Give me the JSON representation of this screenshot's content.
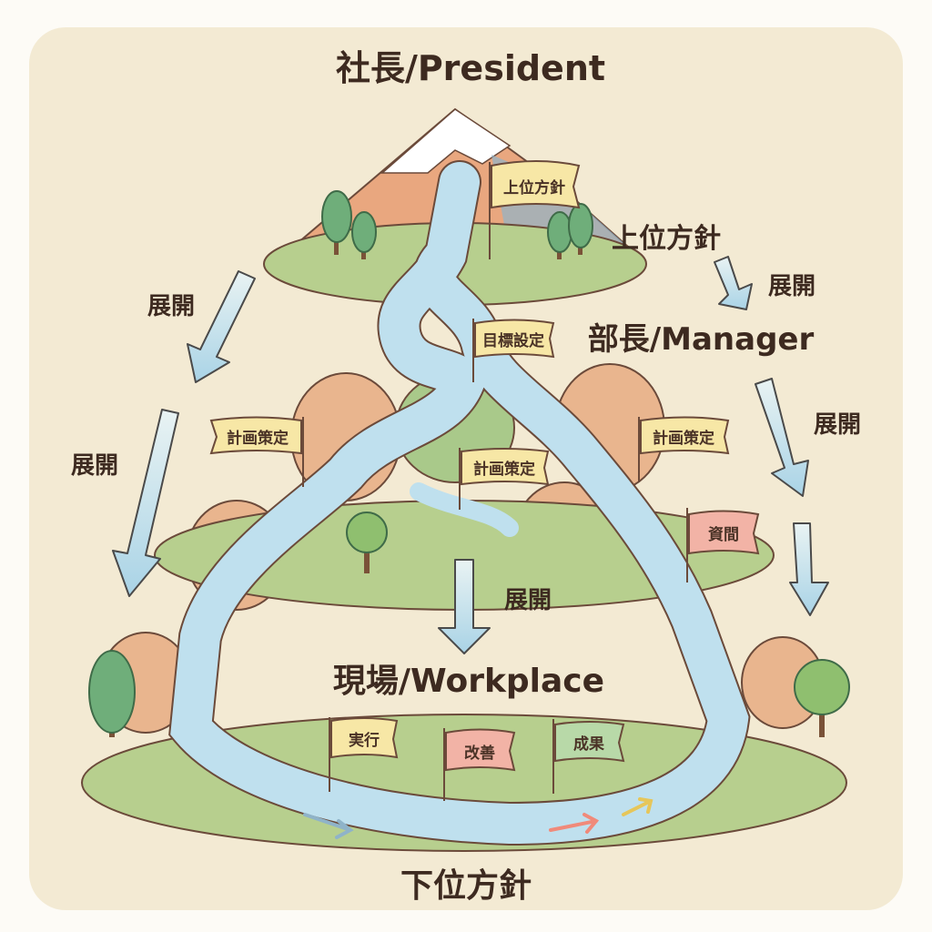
{
  "titles": {
    "president": "社長/President",
    "manager": "部長/Manager",
    "workplace": "現場/Workplace",
    "lower_policy": "下位方針",
    "upper_policy": "上位方針"
  },
  "deploy_labels": [
    "展開",
    "展開",
    "展開",
    "展開",
    "展開"
  ],
  "flags": {
    "upper_policy": "上位方針",
    "goal_setting": "目標設定",
    "plan_left": "計画策定",
    "plan_center": "計画策定",
    "plan_right": "計画策定",
    "resource": "資間",
    "execute": "実行",
    "improve": "改善",
    "result": "成果"
  },
  "colors": {
    "background": "#f3ead3",
    "water": "#bfe0ee",
    "grass": "#b7cf8e",
    "hill": "#e9b58e",
    "flag_yellow": "#f7e7a6",
    "flag_pink": "#f2b3a6",
    "flag_green": "#b8d9a8"
  }
}
